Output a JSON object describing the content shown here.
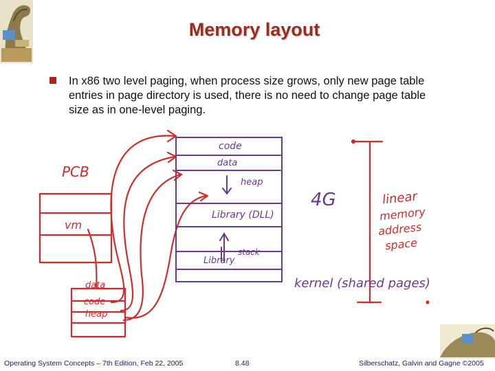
{
  "slide": {
    "title": "Memory layout",
    "bullet": "In x86 two level paging, when process size grows, only new page table entries in page directory is used, there is no need to change page table size as in one-level paging."
  },
  "annotations": {
    "pcb": "PCB",
    "vm": "vm",
    "pcb_data": "data",
    "pcb_code": "code",
    "pcb_heap": "heap",
    "seg_code": "code",
    "seg_data": "data",
    "seg_heap": "heap",
    "seg_library": "Library (DLL)",
    "seg_stack": "stack",
    "seg_library2": "Library",
    "four_gb": "4G",
    "linear_line1": "linear",
    "linear_line2": "memory",
    "linear_line3": "address",
    "linear_line4": "space",
    "kernel": "kernel (shared pages)"
  },
  "footer": {
    "left": "Operating System Concepts – 7th Edition, Feb 22, 2005",
    "center": "8.48",
    "right": "Silberschatz, Galvin and Gagne ©2005"
  },
  "colors": {
    "title": "#9b2d1f",
    "red_ink": "#d42a2a",
    "purple_ink": "#6a3a8c",
    "footer": "#1a1a66"
  },
  "icons": [
    "dinosaur-logo-icon",
    "dinosaur-corner-icon"
  ]
}
